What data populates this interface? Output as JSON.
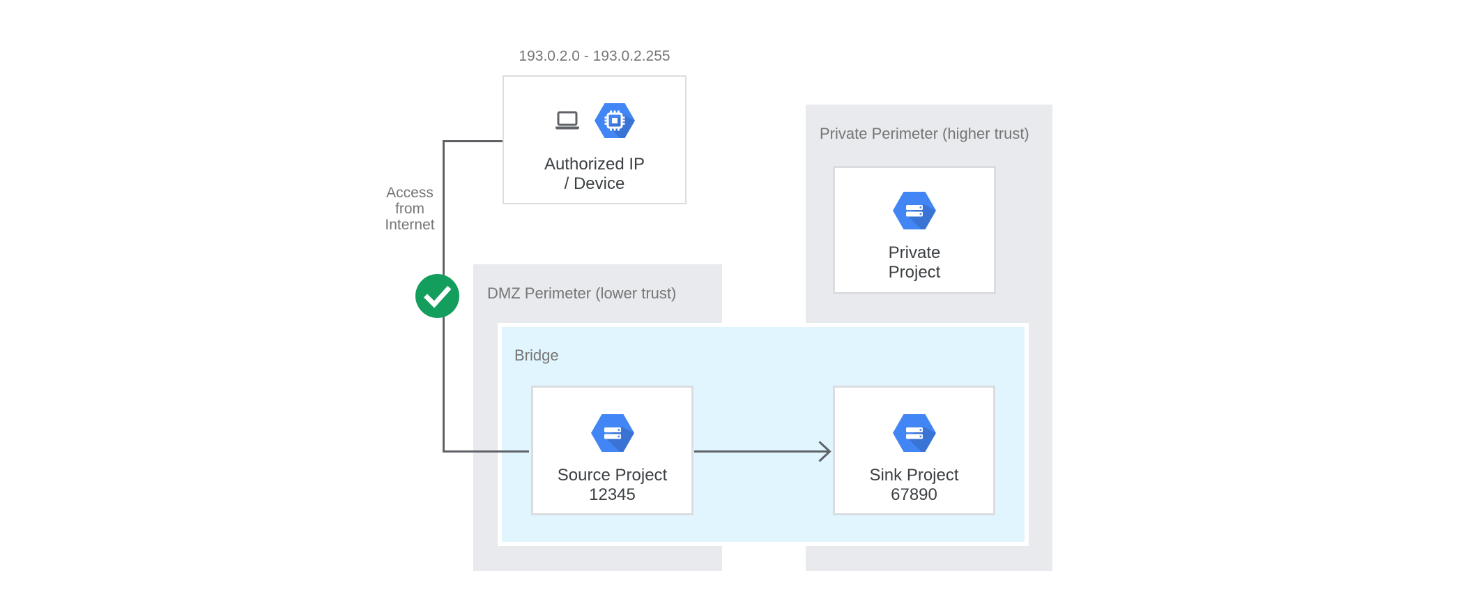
{
  "diagram": {
    "ip_range": "193.0.2.0 - 193.0.2.255",
    "access_label": "Access from Internet",
    "authorized_node": {
      "line1": "Authorized IP",
      "line2": "/ Device"
    },
    "dmz_perimeter": {
      "label": "DMZ Perimeter (lower trust)"
    },
    "private_perimeter": {
      "label": "Private Perimeter (higher trust)"
    },
    "bridge": {
      "label": "Bridge"
    },
    "source_project": {
      "line1": "Source Project",
      "line2": "12345"
    },
    "sink_project": {
      "line1": "Sink Project",
      "line2": "67890"
    },
    "private_project": {
      "line1": "Private",
      "line2": "Project"
    },
    "connections": [
      {
        "from": "authorized-ip-device-node",
        "to": "source-project-node",
        "via": "check-badge",
        "arrow": false
      },
      {
        "from": "source-project-node",
        "to": "sink-project-node",
        "arrow": true
      }
    ],
    "icons": {
      "authorized_node": [
        "laptop-icon",
        "chip-hexagon-icon"
      ],
      "project_nodes": "project-hexagon-icon",
      "status": "check-icon"
    }
  },
  "colors": {
    "canvas_bg": "#FFFFFF",
    "perimeter_bg": "#E8EAED",
    "bridge_bg": "#E1F5FE",
    "bridge_border": "#FFFFFF",
    "hexagon_blue": "#4285F4",
    "check_green": "#149E5D",
    "line_gray": "#5F6368",
    "label_gray": "#757575",
    "text_dark": "#3C4043",
    "node_border": "#DADCE0"
  }
}
